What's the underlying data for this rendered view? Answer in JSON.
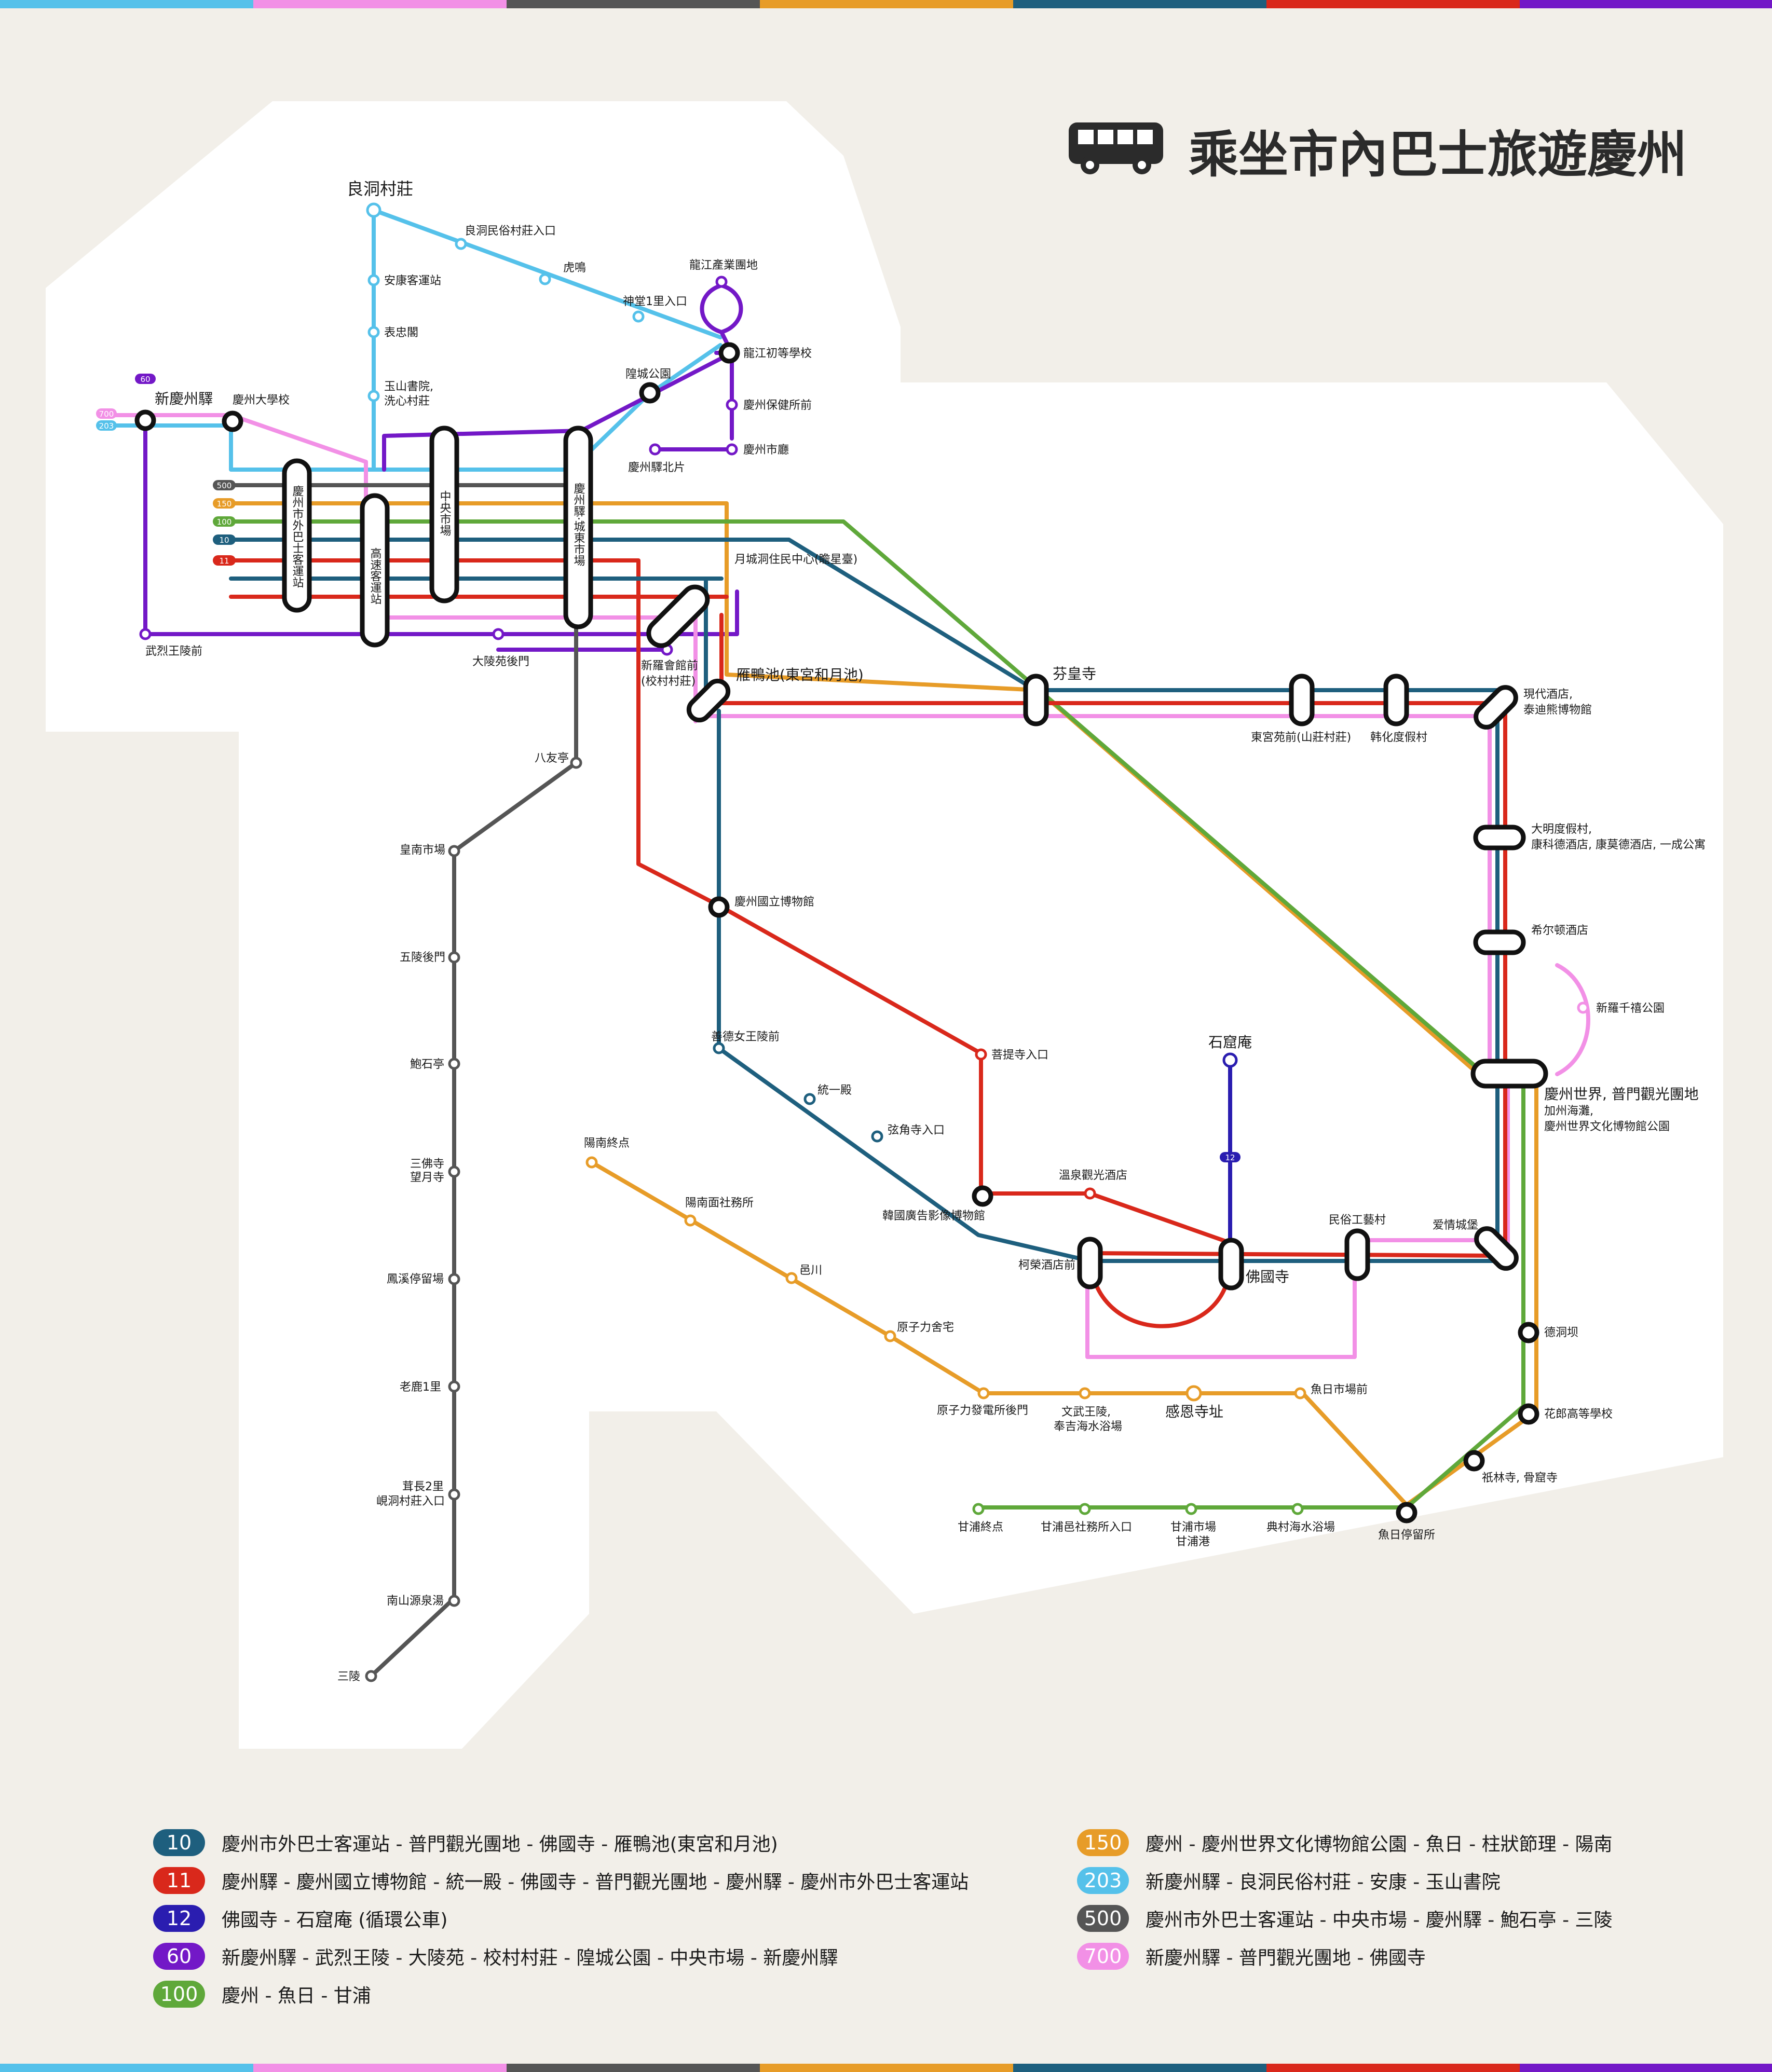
{
  "title": "乘坐市內巴士旅遊慶州",
  "colors": {
    "background": "#f2efe9",
    "land": "#ffffff",
    "route_10": "#1e5f7e",
    "route_11": "#d9281b",
    "route_12": "#2a1db0",
    "route_60": "#7318c7",
    "route_100": "#5fa83a",
    "route_150": "#e79c28",
    "route_203": "#55c1ea",
    "route_500": "#555555",
    "route_700": "#f290e6"
  },
  "stripe_colors": [
    "#55c1ea",
    "#f290e6",
    "#555555",
    "#e79c28",
    "#1e5f7e",
    "#d9281b",
    "#7318c7"
  ],
  "route_tags": [
    "60",
    "700",
    "203",
    "500",
    "150",
    "100",
    "10",
    "11",
    "12"
  ],
  "stations": {
    "yangdong": "良洞村莊",
    "yangdong_folk": "良洞民俗村莊入口",
    "hogok": "虎鳴",
    "sindang": "神堂1里入口",
    "yonggang_ind": "龍江產業團地",
    "yonggang_elem": "龍江初等學校",
    "hwangseong_park": "隍城公園",
    "yonggang_health": "慶州保健所前",
    "city_hall": "慶州市廳",
    "station_north": "慶州驛北片",
    "ankang": "安康客運站",
    "pyochung": "表忠閣",
    "oksan": "玉山書院,",
    "oksan2": "洗心村莊",
    "new_station": "新慶州驛",
    "univ": "慶州大學校",
    "intercity": "慶州市外巴士客運站",
    "express": "高速客運站",
    "central_market": "中央市場",
    "station_market": "慶州驛·城東市場",
    "muyeol": "武烈王陵前",
    "daereungwon": "大陵苑後門",
    "woljeong": "月城洞住民中心(瞻星臺)",
    "silla": "新羅會館前",
    "silla2": "(校村村莊)",
    "anapji": "雁鴨池(東宮和月池)",
    "bunhwang": "芬皇寺",
    "donggung": "東宮苑前(山莊村莊)",
    "hanwha": "韩化度假村",
    "hyundai": "現代酒店,",
    "hyundai2": "泰迪熊博物館",
    "daemyung": "大明度假村,",
    "daemyung2": "康科德酒店, 康莫德酒店, 一成公寓",
    "hilton": "希尔顿酒店",
    "cheonnyeon": "新羅千禧公園",
    "expo": "慶州世界, 普門觀光團地",
    "expo2": "加州海灘,",
    "expo3": "慶州世界文化博物館公園",
    "seokguram": "石窟庵",
    "bulguksa": "佛國寺",
    "minsok": "民俗工藝村",
    "castle": "爱情城堡",
    "kolon": "柯榮酒店前",
    "spa": "溫泉觀光酒店",
    "ad_museum": "韓國廣告影像博物館",
    "boriisa": "菩提寺入口",
    "museum": "慶州國立博物館",
    "seondeok": "善德女王陵前",
    "tongil": "統一殿",
    "ongak": "弦角寺入口",
    "deokdong": "德洞坝",
    "hwarang": "花郎高等學校",
    "girim": "祇林寺, 骨窟寺",
    "eoil_terminal": "魚日停留所",
    "eoil_market": "魚日市場前",
    "gameun": "感恩寺址",
    "munmu": "文武王陵,",
    "munmu2": "奉吉海水浴場",
    "nuclear_gate": "原子力發電所後門",
    "nuclear_house": "原子力舍宅",
    "eupcheon": "邑川",
    "yangnam_office": "陽南面社務所",
    "yangnam_end": "陽南終点",
    "gampo_end": "甘浦終点",
    "gampo_office": "甘浦邑社務所入口",
    "gampo_market": "甘浦市場",
    "gampo_port": "甘浦港",
    "jeonchon": "典村海水浴場",
    "palu": "八友亭",
    "hwangnam": "皇南市場",
    "oreung": "五陵後門",
    "poseok": "鮑石亭",
    "sambul": "三佛寺",
    "sambul2": "望月寺",
    "yonggye": "鳳溪停留場",
    "nogok": "老鹿1里",
    "yongjang": "茸長2里",
    "yongjang2": "峴洞村莊入口",
    "namsan": "南山源泉湯",
    "samneung": "三陵"
  },
  "legend": [
    {
      "num": "10",
      "color": "#1e5f7e",
      "text": "慶州市外巴士客運站 - 普門觀光團地 - 佛國寺 - 雁鴨池(東宮和月池)"
    },
    {
      "num": "11",
      "color": "#d9281b",
      "text": "慶州驛 - 慶州國立博物館 - 統一殿 - 佛國寺 - 普門觀光團地 - 慶州驛 - 慶州市外巴士客運站"
    },
    {
      "num": "12",
      "color": "#2a1db0",
      "text": "佛國寺 - 石窟庵 (循環公車)"
    },
    {
      "num": "60",
      "color": "#7318c7",
      "text": "新慶州驛 - 武烈王陵 - 大陵苑 - 校村村莊 - 隍城公園 - 中央市場 - 新慶州驛"
    },
    {
      "num": "100",
      "color": "#5fa83a",
      "text": "慶州 - 魚日 - 甘浦"
    },
    {
      "num": "150",
      "color": "#e79c28",
      "text": "慶州 - 慶州世界文化博物館公園 - 魚日 - 柱狀節理 - 陽南"
    },
    {
      "num": "203",
      "color": "#55c1ea",
      "text": "新慶州驛 - 良洞民俗村莊 - 安康 - 玉山書院"
    },
    {
      "num": "500",
      "color": "#555555",
      "text": "慶州市外巴士客運站 - 中央市場 - 慶州驛 - 鮑石亭 - 三陵"
    },
    {
      "num": "700",
      "color": "#f290e6",
      "text": "新慶州驛 - 普門觀光團地 - 佛國寺"
    }
  ]
}
